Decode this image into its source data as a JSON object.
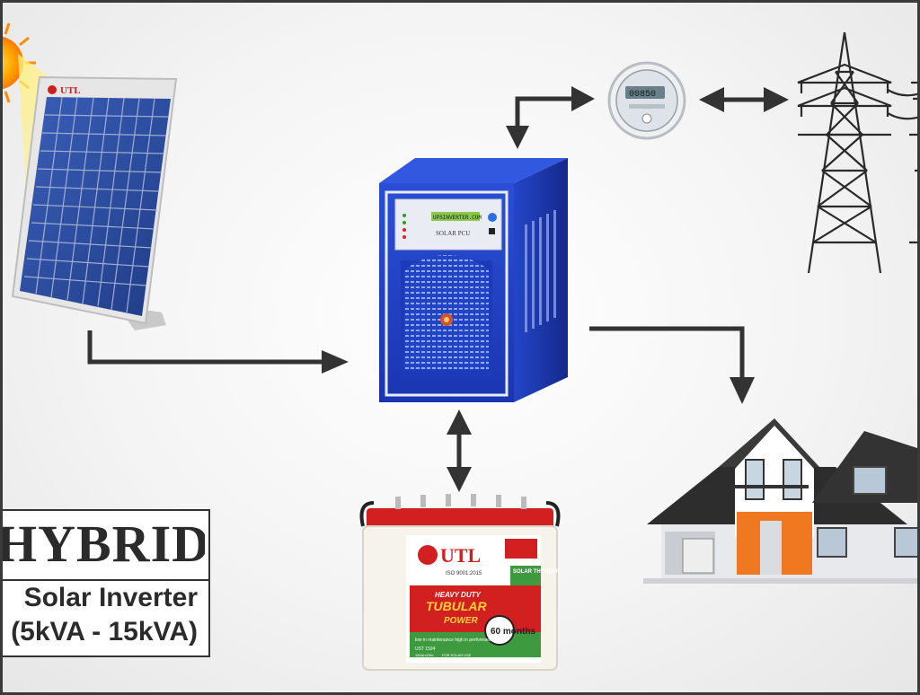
{
  "title": {
    "heading": "HYBRID",
    "line1": "Solar Inverter",
    "line2": "(5kVA - 15kVA)"
  },
  "panel": {
    "brand": "UTL"
  },
  "inverter": {
    "display_text": "UPSINVERTER.COM",
    "label": "SOLAR PCU"
  },
  "meter": {
    "reading": "00850"
  },
  "battery": {
    "brand": "UTL",
    "iso": "ISO 9001:2015",
    "product": "SOLAR THUNDER",
    "badge1": "HEAVY DUTY",
    "badge2": "TUBULAR",
    "badge3": "POWER",
    "features": "low in maintenance high in performance",
    "warranty": "60 months",
    "model": "UST 1524",
    "spec": "150Ah/20hr",
    "use": "FOR SOLAR USE"
  },
  "colors": {
    "arrow": "#333333",
    "inverter_blue": "#1f3fbf",
    "panel_blue": "#2a4fa8",
    "battery_red": "#e02020",
    "house_orange": "#f07820"
  }
}
